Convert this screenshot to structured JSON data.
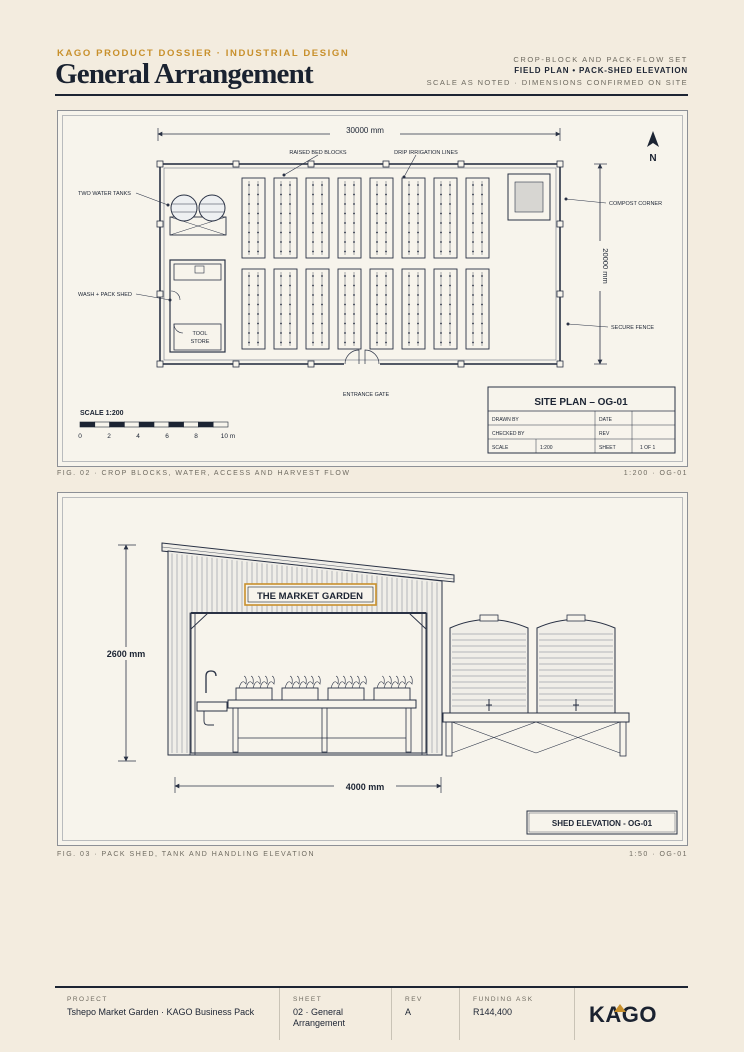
{
  "header": {
    "kicker": "KAGO PRODUCT DOSSIER · INDUSTRIAL DESIGN",
    "title": "General Arrangement",
    "right_line1": "CROP-BLOCK AND PACK-FLOW SET",
    "right_line2": "FIELD PLAN • PACK-SHED ELEVATION",
    "right_line3": "SCALE AS NOTED · DIMENSIONS CONFIRMED ON SITE"
  },
  "site_plan": {
    "width_dim": "30000 mm",
    "depth_dim": "20000 mm",
    "north": "N",
    "labels": {
      "raised_beds": "RAISED BED BLOCKS",
      "drip_lines": "DRIP IRRIGATION LINES",
      "water_tanks": "TWO WATER TANKS",
      "wash_pack": "WASH + PACK SHED",
      "tool_store_1": "TOOL",
      "tool_store_2": "STORE",
      "compost": "COMPOST CORNER",
      "fence": "SECURE FENCE",
      "gate": "ENTRANCE GATE"
    },
    "scale_title": "SCALE 1:200",
    "scale_ticks": [
      "0",
      "2",
      "4",
      "6",
      "8",
      "10 m"
    ],
    "title_block": {
      "title": "SITE PLAN – OG-01",
      "drawn_by": "DRAWN BY",
      "date": "DATE",
      "checked_by": "CHECKED BY",
      "rev": "REV",
      "scale_label": "SCALE",
      "scale_value": "1:200",
      "sheet_label": "SHEET",
      "sheet_value": "1 OF 1"
    }
  },
  "fig2": {
    "caption": "FIG. 02 · CROP BLOCKS, WATER, ACCESS AND HARVEST FLOW",
    "scale": "1:200 · OG-01"
  },
  "elevation": {
    "sign": "THE MARKET GARDEN",
    "height_dim": "2600 mm",
    "width_dim": "4000 mm",
    "title": "SHED ELEVATION - OG-01"
  },
  "fig3": {
    "caption": "FIG. 03 · PACK SHED, TANK AND HANDLING ELEVATION",
    "scale": "1:50 · OG-01"
  },
  "footer": {
    "project_label": "PROJECT",
    "project_value": "Tshepo Market Garden · KAGO Business Pack",
    "sheet_label": "SHEET",
    "sheet_value_1": "02 · General",
    "sheet_value_2": "Arrangement",
    "rev_label": "REV",
    "rev_value": "A",
    "funding_label": "FUNDING ASK",
    "funding_value": "R144,400",
    "logo": "KAGO"
  },
  "colors": {
    "accent": "#c8902c",
    "ink": "#1c2433",
    "paper": "#f3ecdf"
  }
}
